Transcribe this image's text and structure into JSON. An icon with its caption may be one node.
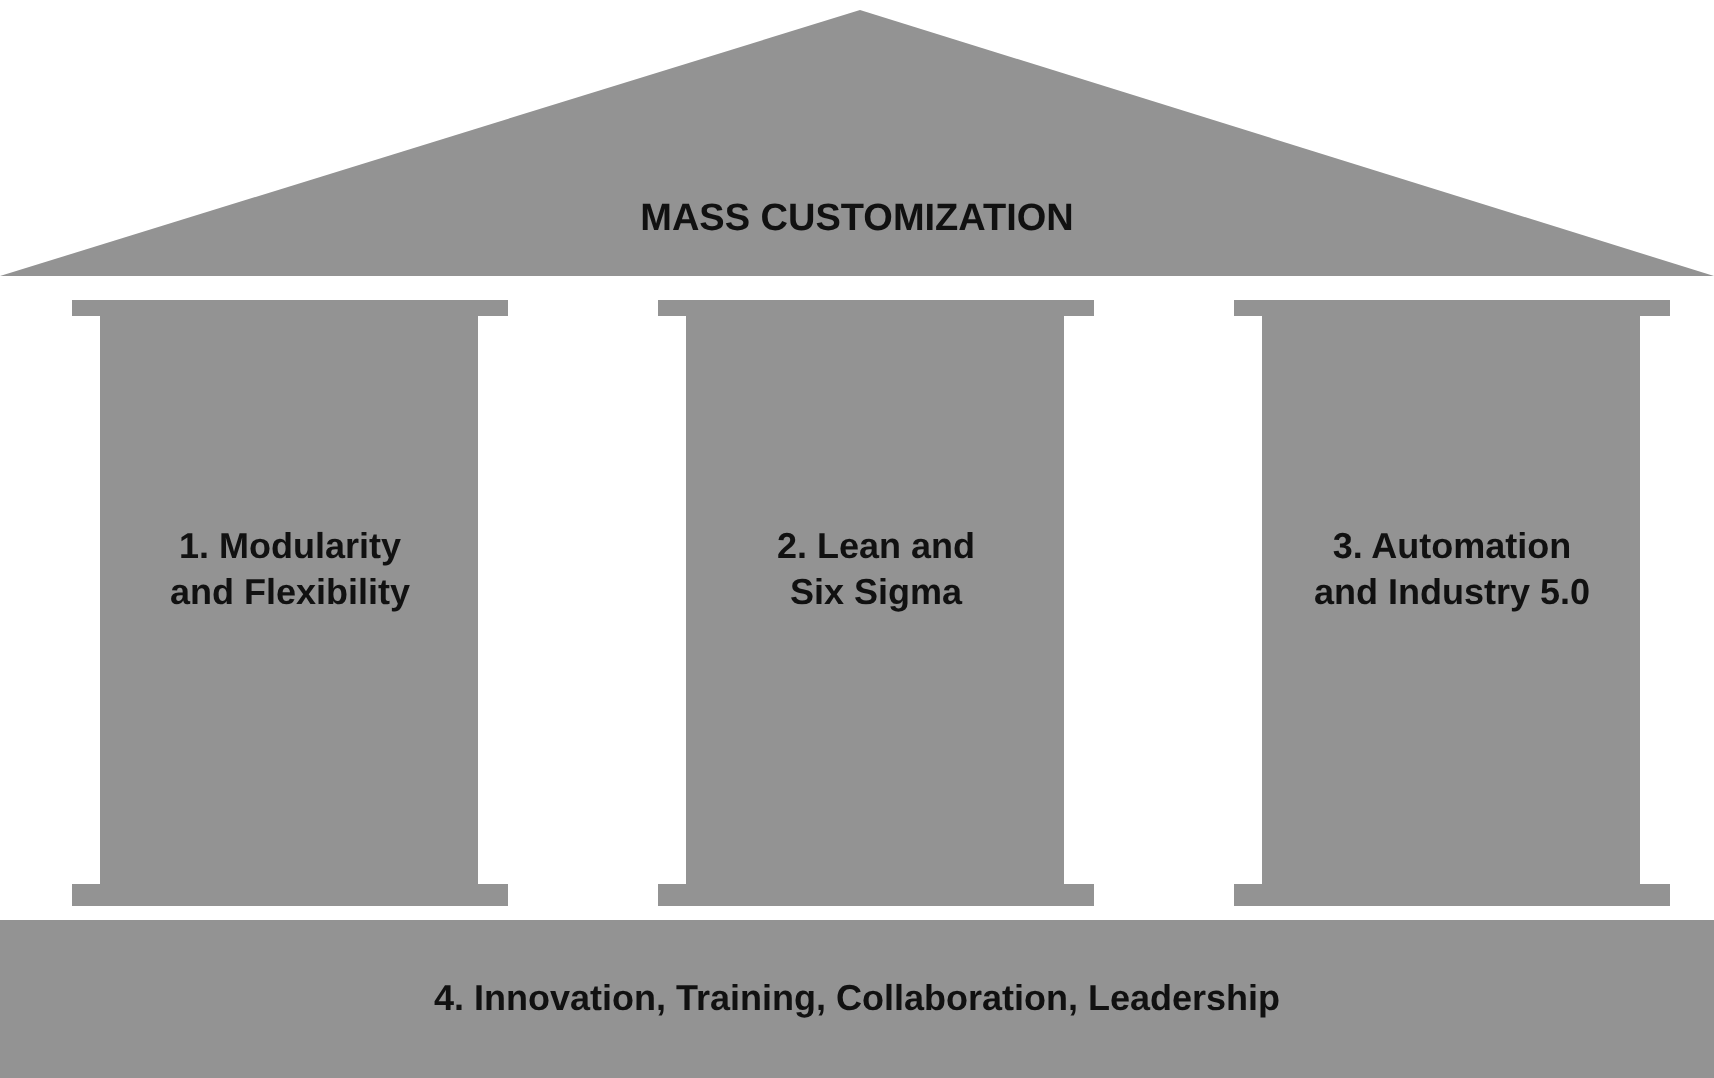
{
  "diagram": {
    "nodes": [
      {
        "text": [
          "MASS CUSTOMIZATION"
        ]
      },
      {
        "text": [
          "1. Modularity and Flexibility"
        ]
      },
      {
        "text": [
          "2. Lean and Six Sigma"
        ]
      },
      {
        "text": [
          "3. Automation and Industry 5.0"
        ]
      },
      {
        "text": [
          "4. Innovation, Training, Collaboration, Leadership"
        ]
      }
    ]
  }
}
